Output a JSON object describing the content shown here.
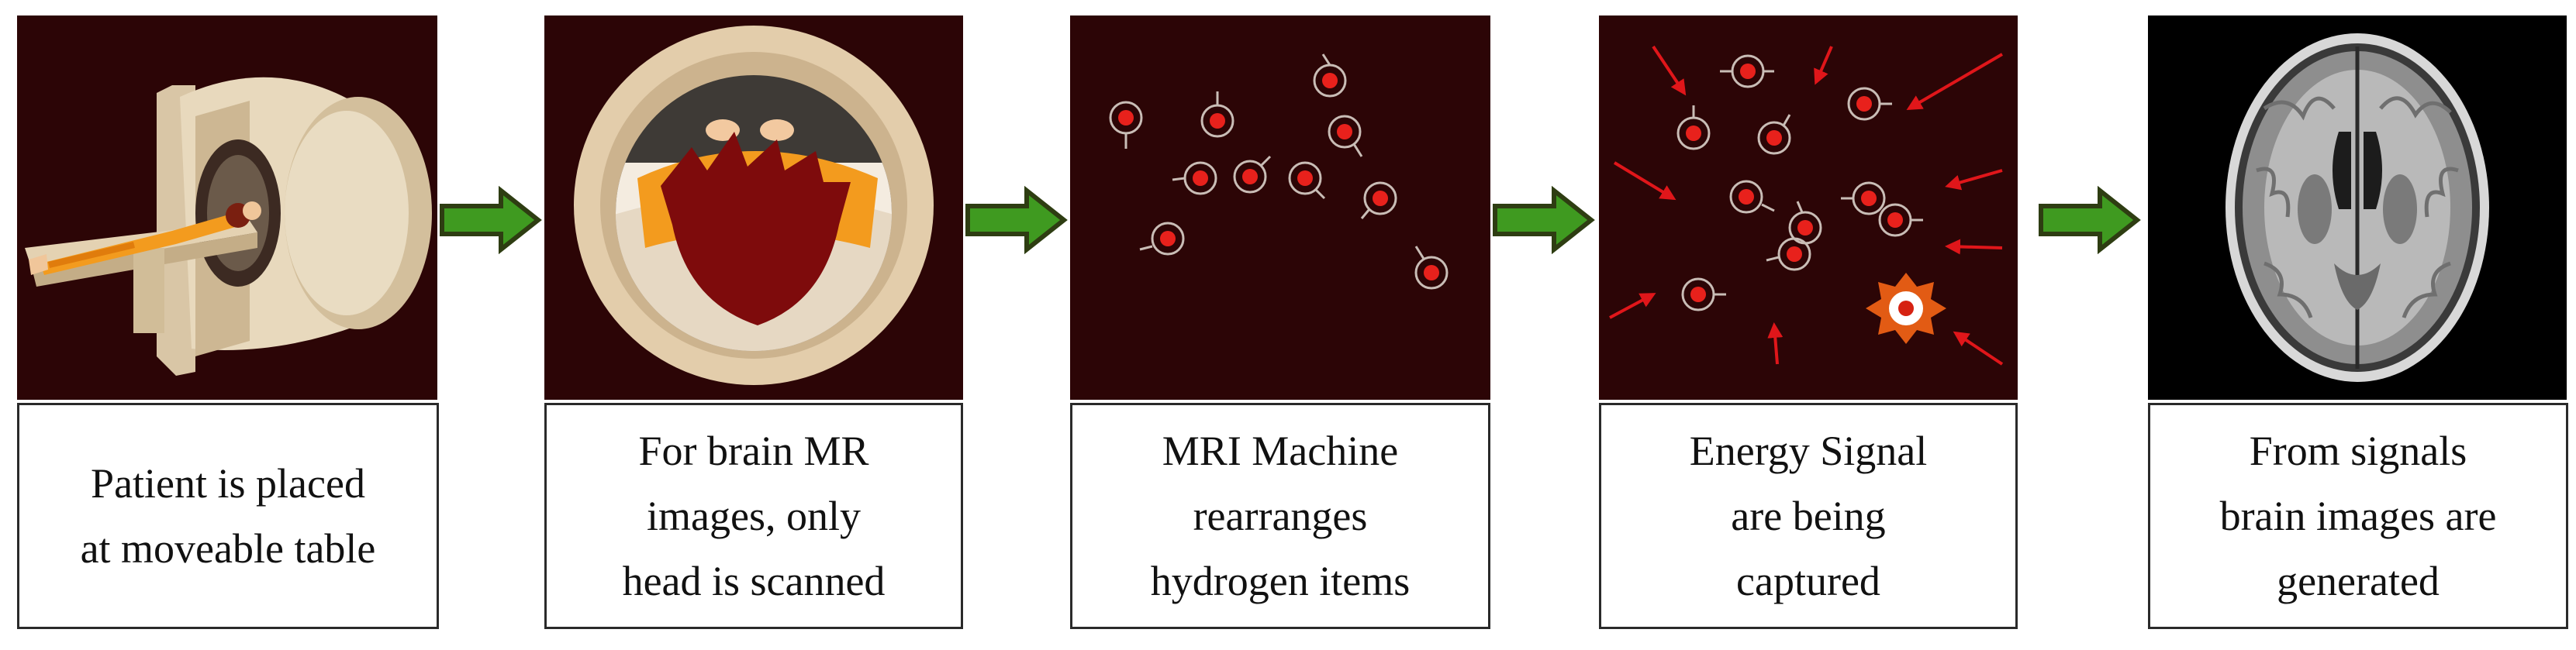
{
  "steps": [
    {
      "caption": [
        "Patient is placed",
        "at moveable table"
      ]
    },
    {
      "caption": [
        "For brain MR",
        "images, only",
        "head is scanned"
      ]
    },
    {
      "caption": [
        "MRI Machine",
        "rearranges",
        "hydrogen items"
      ]
    },
    {
      "caption": [
        "Energy Signal",
        "are being",
        "captured"
      ]
    },
    {
      "caption": [
        "From signals",
        "brain images are",
        "generated"
      ]
    }
  ],
  "colors": {
    "panel_background": "#2c0506",
    "brain_background": "#000000",
    "arrow_fill": "#3f9a20",
    "arrow_outline": "#2e3d12",
    "hydrogen_dot": "#e8211c",
    "signal_arrow": "#e0161a",
    "emission_burst": "#e25b14"
  },
  "icons": {
    "step1": "mri-scanner-patient-icon",
    "step2": "head-in-scanner-bore-icon",
    "step3": "hydrogen-atoms-icon",
    "step4": "energy-signal-icon",
    "step5": "axial-brain-mri-icon"
  }
}
